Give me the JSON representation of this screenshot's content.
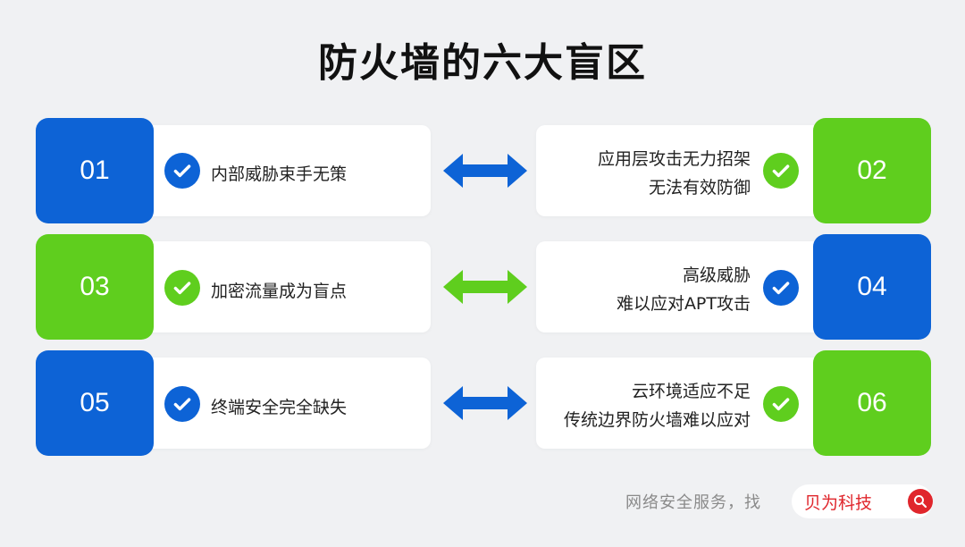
{
  "title": "防火墙的六大盲区",
  "items": [
    {
      "num": "01",
      "lines": [
        "内部威胁束手无策"
      ]
    },
    {
      "num": "02",
      "lines": [
        "应用层攻击无力招架",
        "无法有效防御"
      ]
    },
    {
      "num": "03",
      "lines": [
        "加密流量成为盲点"
      ]
    },
    {
      "num": "04",
      "lines": [
        "高级威胁",
        "难以应对APT攻击"
      ]
    },
    {
      "num": "05",
      "lines": [
        "终端安全完全缺失"
      ]
    },
    {
      "num": "06",
      "lines": [
        "云环境适应不足",
        "传统边界防火墙难以应对"
      ]
    }
  ],
  "footer": {
    "text": "网络安全服务，找",
    "brand": "贝为科技"
  },
  "colors": {
    "blue": "#0d63d6",
    "green": "#5fce1e",
    "brand_red": "#e0262c"
  }
}
